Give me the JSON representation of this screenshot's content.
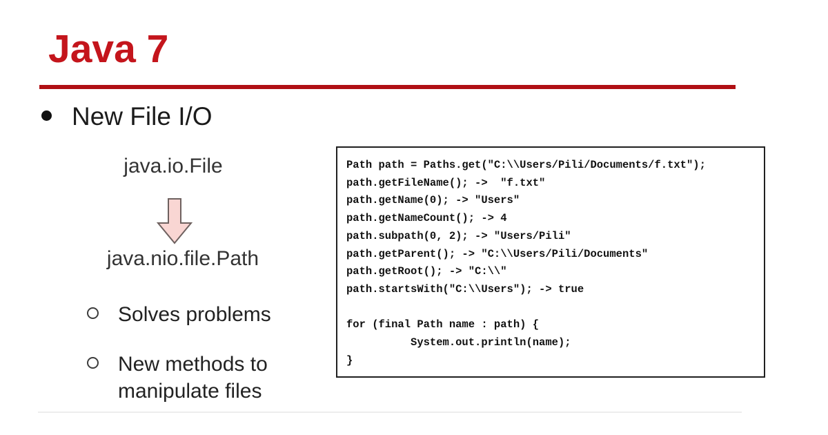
{
  "slide": {
    "title": "Java 7",
    "accent_color": "#c4151c",
    "rule_color": "#b01014",
    "bullet": "New File I/O",
    "diagram": {
      "from_label": "java.io.File",
      "arrow_icon": "down-arrow",
      "arrow_fill": "#f9d6d3",
      "arrow_stroke": "#6e615f",
      "to_label": "java.nio.file.Path"
    },
    "sub_bullets": [
      "Solves problems",
      "New methods to manipulate files"
    ],
    "code_box": {
      "code": "Path path = Paths.get(\"C:\\\\Users/Pili/Documents/f.txt\");\npath.getFileName(); ->  \"f.txt\"\npath.getName(0); -> \"Users\"\npath.getNameCount(); -> 4\npath.subpath(0, 2); -> \"Users/Pili\"\npath.getParent(); -> \"C:\\\\Users/Pili/Documents\"\npath.getRoot(); -> \"C:\\\\\"\npath.startsWith(\"C:\\\\Users\"); -> true\n\nfor (final Path name : path) {\n          System.out.println(name);\n}"
    }
  }
}
